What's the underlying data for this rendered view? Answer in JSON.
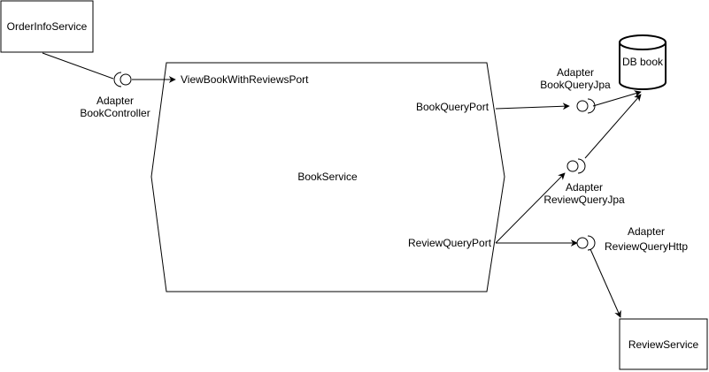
{
  "nodes": {
    "order_info_service": "OrderInfoService",
    "review_service": "ReviewService",
    "db_book": "DB book",
    "book_service": "BookService"
  },
  "ports": {
    "view_book_with_reviews": "ViewBookWithReviewsPort",
    "book_query": "BookQueryPort",
    "review_query": "ReviewQueryPort"
  },
  "adapters": {
    "book_controller": {
      "line1": "Adapter",
      "line2": "BookController"
    },
    "book_query_jpa": {
      "line1": "Adapter",
      "line2": "BookQueryJpa"
    },
    "review_query_jpa": {
      "line1": "Adapter",
      "line2": "ReviewQueryJpa"
    },
    "review_query_http": {
      "line1": "Adapter",
      "line2": "ReviewQueryHttp"
    }
  },
  "colors": {
    "stroke": "#000000",
    "fill": "#ffffff",
    "text": "#000000"
  }
}
